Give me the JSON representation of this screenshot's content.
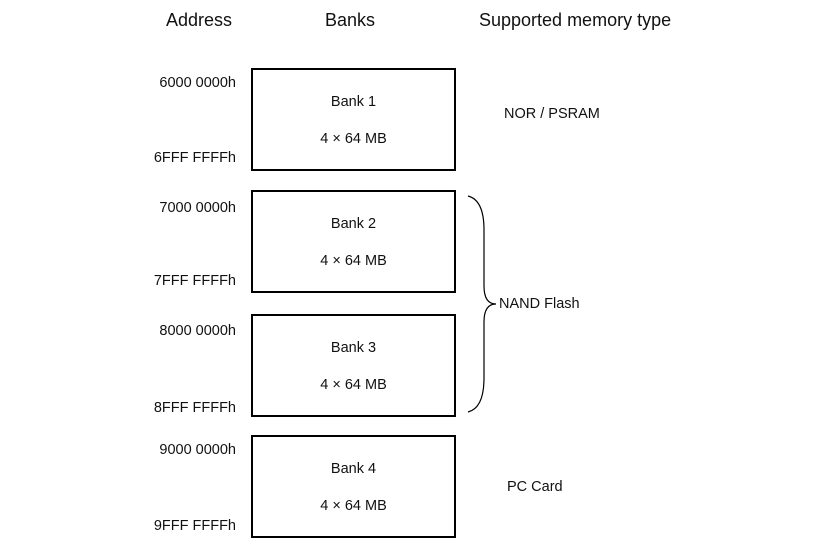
{
  "headers": {
    "address": "Address",
    "banks": "Banks",
    "type": "Supported memory type"
  },
  "banks": [
    {
      "name": "Bank 1",
      "size": "4 × 64 MB",
      "start": "6000 0000h",
      "end": "6FFF FFFFh"
    },
    {
      "name": "Bank 2",
      "size": "4 × 64 MB",
      "start": "7000 0000h",
      "end": "7FFF FFFFh"
    },
    {
      "name": "Bank 3",
      "size": "4 × 64 MB",
      "start": "8000 0000h",
      "end": "8FFF FFFFh"
    },
    {
      "name": "Bank 4",
      "size": "4 × 64 MB",
      "start": "9000 0000h",
      "end": "9FFF FFFFh"
    }
  ],
  "memory_types": {
    "bank1": "NOR /  PSRAM",
    "bank2_3": "NAND Flash",
    "bank4": "PC Card"
  }
}
